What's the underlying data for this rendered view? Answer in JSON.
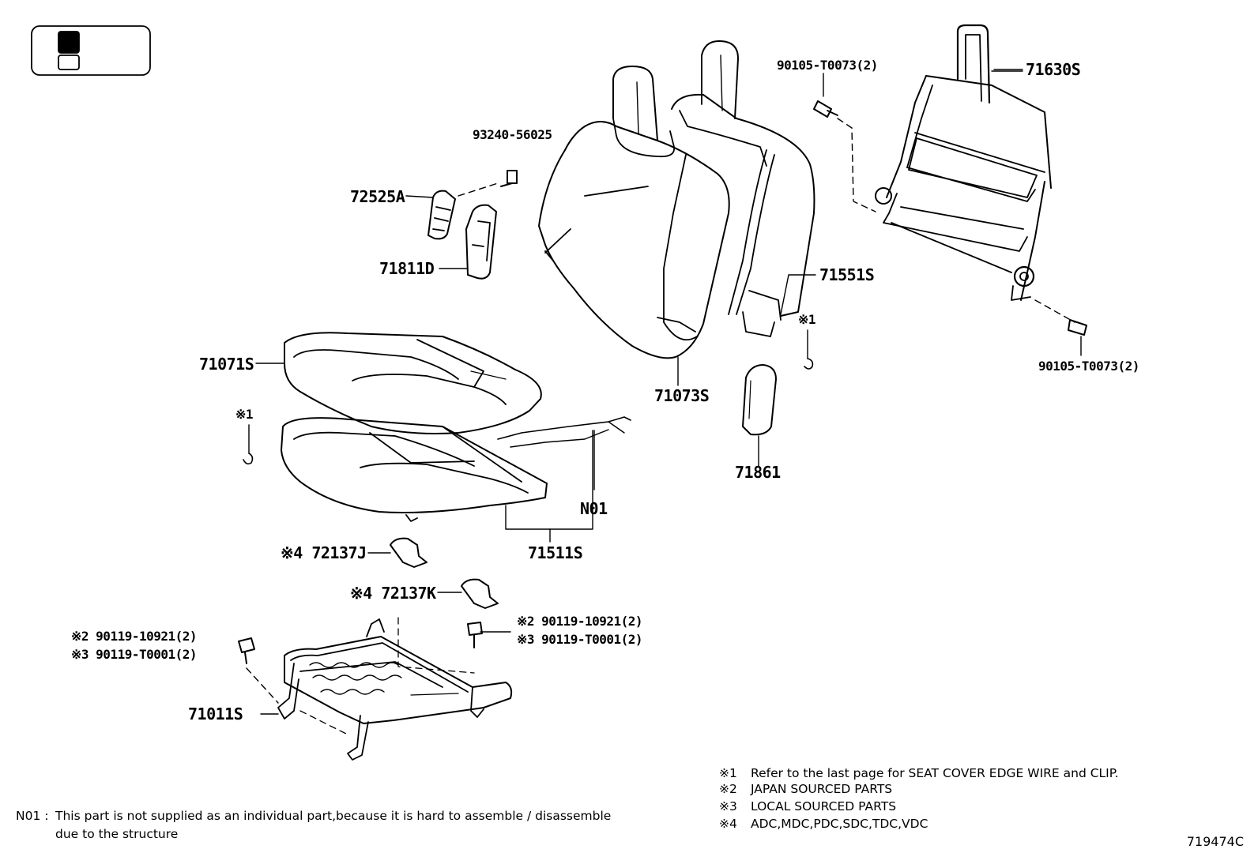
{
  "labels": {
    "p90105_top": "90105-T0073(2)",
    "p71630s": "71630S",
    "p93240": "93240-56025",
    "p72525a": "72525A",
    "p71811d": "71811D",
    "p71551s": "71551S",
    "p_mark1_right": "※1",
    "p90105_bottom": "90105-T0073(2)",
    "p71071s": "71071S",
    "p71073s": "71073S",
    "p_mark1_left": "※1",
    "p71861": "71861",
    "pN01": "N01",
    "p71511s": "71511S",
    "p72137j": "※4 72137J",
    "p72137k": "※4 72137K",
    "p90119_a_left": "※2 90119-10921(2)",
    "p90119_b_left": "※3 90119-T0001(2)",
    "p90119_a_right": "※2 90119-10921(2)",
    "p90119_b_right": "※3 90119-T0001(2)",
    "p71011s": "71011S"
  },
  "notes": [
    {
      "mark": "※1",
      "text": "Refer to the last page for SEAT COVER EDGE WIRE and CLIP."
    },
    {
      "mark": "※2",
      "text": "JAPAN SOURCED PARTS"
    },
    {
      "mark": "※3",
      "text": "LOCAL SOURCED PARTS"
    },
    {
      "mark": "※4",
      "text": "ADC,MDC,PDC,SDC,TDC,VDC"
    }
  ],
  "footnote": {
    "code": "N01 :",
    "line1": "This part is not supplied as an individual part,because it is hard to assemble / disassemble",
    "line2": "due to the structure"
  },
  "page_code": "719474C"
}
